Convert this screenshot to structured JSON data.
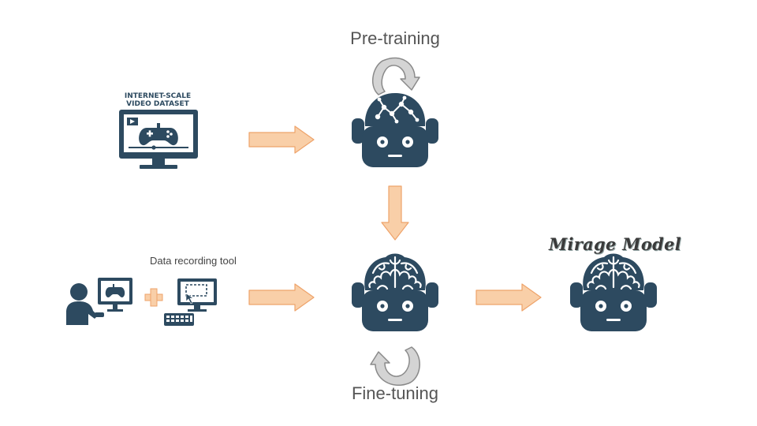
{
  "labels": {
    "pretraining": "Pre-training",
    "finetuning": "Fine-tuning",
    "data_recording_tool": "Data recording tool",
    "mirage_model": "Mirage Model",
    "dataset_line1": "INTERNET-SCALE",
    "dataset_line2": "VIDEO DATASET"
  },
  "colors": {
    "icon": "#2d4a60",
    "arrow_fill": "#f9cfa8",
    "arrow_stroke": "#eea36a",
    "loop_fill": "#d4d4d4",
    "loop_stroke": "#8a8a8a",
    "text": "#555555"
  },
  "icons": [
    "monitor-gamepad-icon",
    "robot-network-head-icon",
    "robot-brain-head-icon",
    "gamer-person-icon",
    "plus-icon",
    "recording-computer-icon",
    "keyboard-icon",
    "loop-arrow-icon",
    "flow-arrow-icon"
  ]
}
